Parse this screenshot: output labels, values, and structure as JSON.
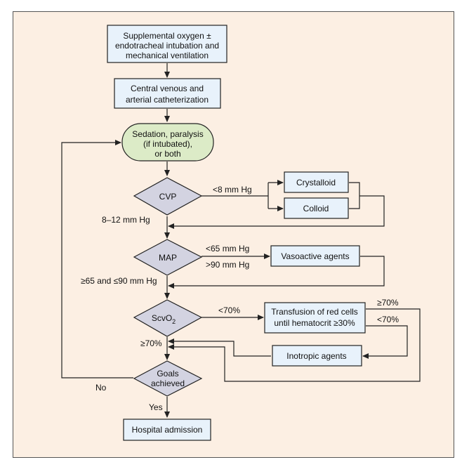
{
  "nodes": {
    "oxygen": [
      "Supplemental oxygen ±",
      "endotracheal intubation and",
      "mechanical ventilation"
    ],
    "catheter": [
      "Central venous and",
      "arterial catheterization"
    ],
    "sedation": [
      "Sedation, paralysis",
      "(if intubated),",
      "or both"
    ],
    "cvp": "CVP",
    "crystalloid": "Crystalloid",
    "colloid": "Colloid",
    "map": "MAP",
    "vasoactive": "Vasoactive agents",
    "scvo2": "ScvO",
    "scvo2_sub": "2",
    "transfusion": [
      "Transfusion of red cells",
      "until hematocrit ≥30%"
    ],
    "inotropic": "Inotropic agents",
    "goals": [
      "Goals",
      "achieved"
    ],
    "hospital": "Hospital admission"
  },
  "edges": {
    "cvp_low": "<8 mm Hg",
    "cvp_ok": "8–12 mm Hg",
    "map_low": "<65 mm Hg",
    "map_high": ">90 mm Hg",
    "map_ok": "≥65 and ≤90 mm Hg",
    "scvo2_low": "<70%",
    "transfusion_ok": "≥70%",
    "transfusion_low": "<70%",
    "scvo2_ok": "≥70%",
    "goals_no": "No",
    "goals_yes": "Yes"
  }
}
